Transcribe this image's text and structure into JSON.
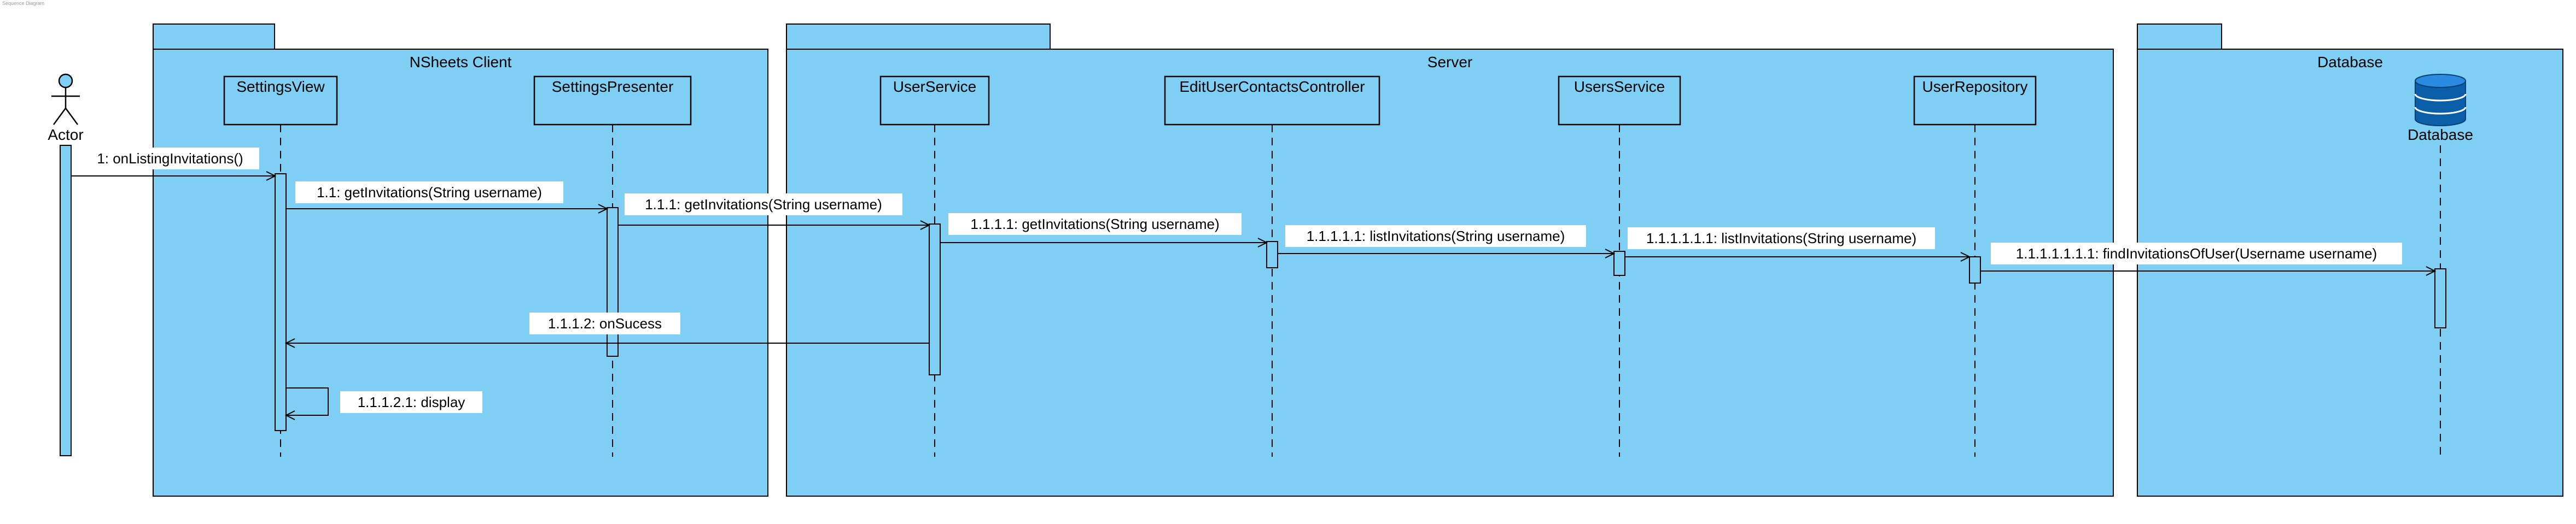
{
  "diagram": {
    "type": "uml-sequence",
    "caption": "Sequence Diagram",
    "colors": {
      "fill": "#7ecff3",
      "stroke": "#000000",
      "label_bg": "#ffffff"
    },
    "packages": [
      {
        "id": "client",
        "title": "NSheets Client"
      },
      {
        "id": "server",
        "title": "Server"
      },
      {
        "id": "database",
        "title": "Database"
      }
    ],
    "actor": {
      "label": "Actor",
      "icon": "stick-figure-icon"
    },
    "lifelines": [
      {
        "id": "settings-view",
        "label": "SettingsView"
      },
      {
        "id": "settings-presenter",
        "label": "SettingsPresenter"
      },
      {
        "id": "user-service",
        "label": "UserService"
      },
      {
        "id": "edit-user-contacts-controller",
        "label": "EditUserContactsController"
      },
      {
        "id": "users-service",
        "label": "UsersService"
      },
      {
        "id": "user-repository",
        "label": "UserRepository"
      }
    ],
    "database_node": {
      "label": "Database",
      "icon": "database-cylinder-icon"
    },
    "messages": [
      {
        "id": "m1",
        "label": "1: onListingInvitations()"
      },
      {
        "id": "m2",
        "label": "1.1: getInvitations(String username)"
      },
      {
        "id": "m3",
        "label": "1.1.1: getInvitations(String username)"
      },
      {
        "id": "m4",
        "label": "1.1.1.1: getInvitations(String username)"
      },
      {
        "id": "m5",
        "label": "1.1.1.1.1: listInvitations(String username)"
      },
      {
        "id": "m6",
        "label": "1.1.1.1.1.1: listInvitations(String username)"
      },
      {
        "id": "m7",
        "label": "1.1.1.1.1.1.1: findInvitationsOfUser(Username username)"
      },
      {
        "id": "m8",
        "label": "1.1.1.2: onSucess"
      },
      {
        "id": "m9",
        "label": "1.1.1.2.1: display"
      }
    ]
  }
}
